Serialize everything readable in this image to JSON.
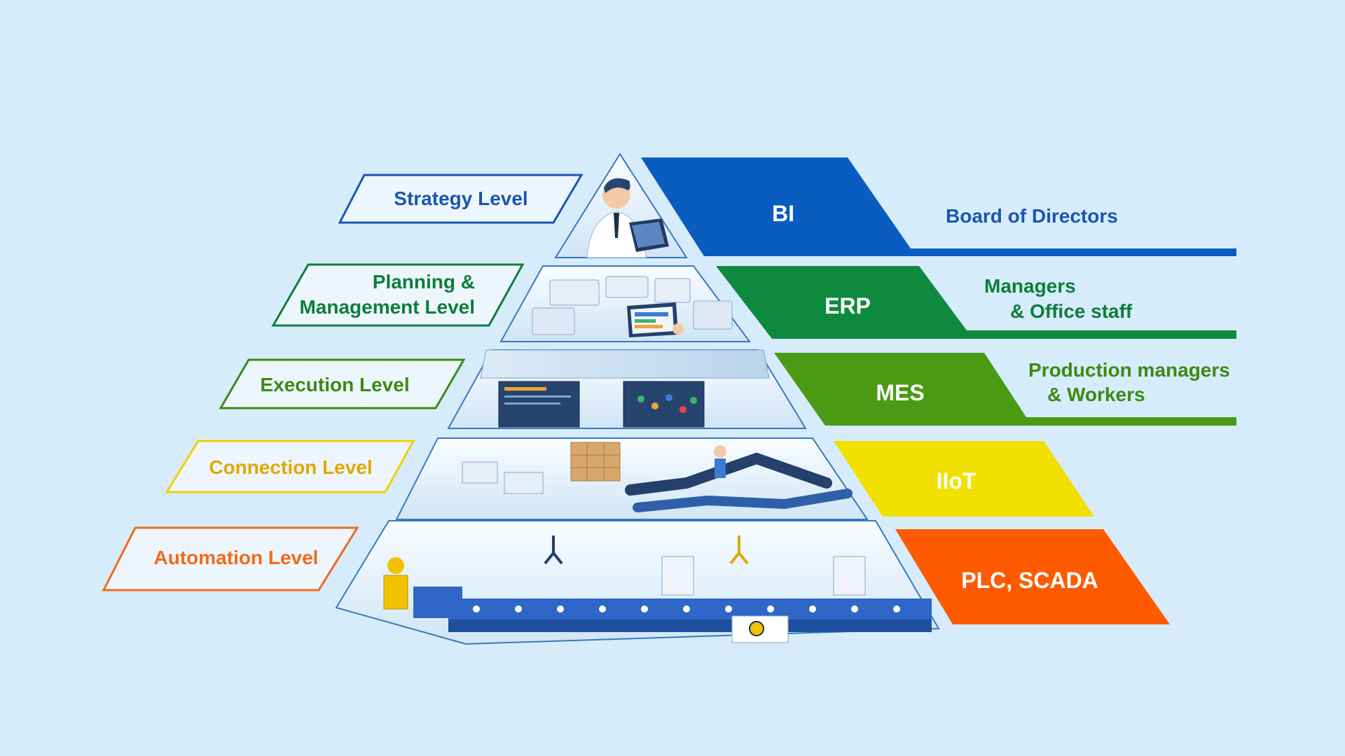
{
  "levels": [
    {
      "id": "strategy",
      "label": "Strategy Level",
      "color": "#1a56b0"
    },
    {
      "id": "planning",
      "label_line1": "Planning &",
      "label_line2": "Management Level",
      "color": "#0e7d3c"
    },
    {
      "id": "execution",
      "label": "Execution Level",
      "color": "#3d8a12"
    },
    {
      "id": "connection",
      "label": "Connection Level",
      "color": "#e0a800"
    },
    {
      "id": "automation",
      "label": "Automation Level",
      "color": "#f26a1b"
    }
  ],
  "systems": [
    {
      "id": "bi",
      "label": "BI",
      "color": "#0a5cc0"
    },
    {
      "id": "erp",
      "label": "ERP",
      "color": "#0e8a3e"
    },
    {
      "id": "mes",
      "label": "MES",
      "color": "#4a9a14"
    },
    {
      "id": "iiot",
      "label": "IIoT",
      "color": "#f2e000"
    },
    {
      "id": "plc",
      "label": "PLC, SCADA",
      "color": "#ff5a00"
    }
  ],
  "audiences": {
    "bi": {
      "line1": "Board of Directors",
      "color": "#1a56b0"
    },
    "erp": {
      "line1": "Managers",
      "line2": "& Office staff",
      "color": "#0e7d3c"
    },
    "mes": {
      "line1": "Production managers",
      "line2": "& Workers",
      "color": "#3d8a12"
    }
  }
}
